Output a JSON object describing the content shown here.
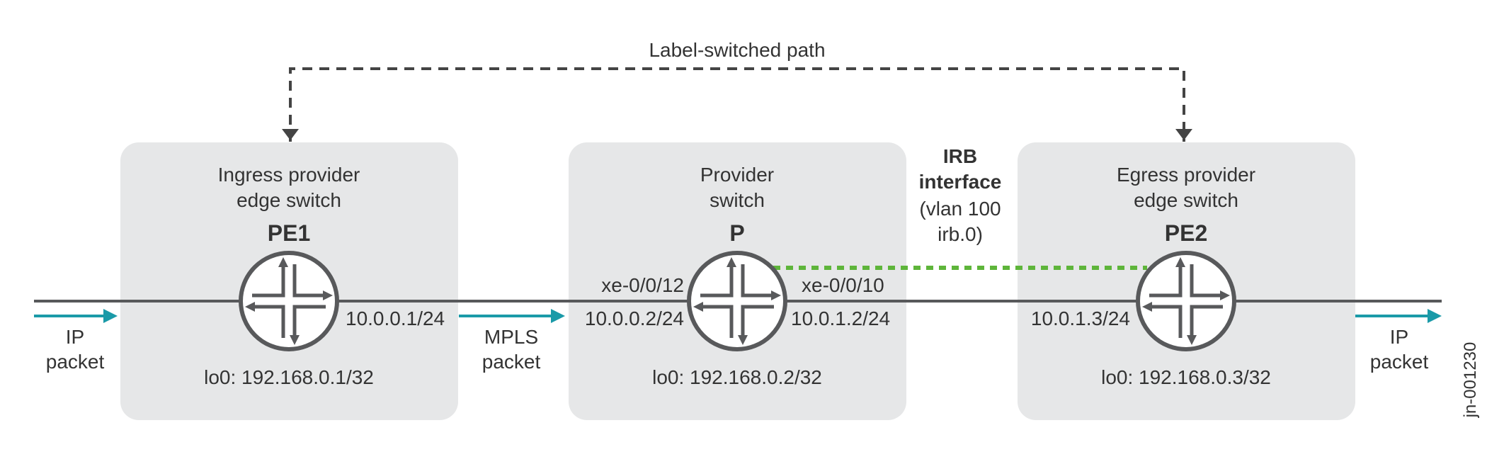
{
  "lsp": {
    "label": "Label-switched path"
  },
  "irb": {
    "line1": "IRB",
    "line2": "interface",
    "line3": "(vlan 100",
    "line4": "irb.0)"
  },
  "pe1": {
    "title_line1": "Ingress provider",
    "title_line2": "edge switch",
    "name": "PE1",
    "out_ip": "10.0.0.1/24",
    "loopback": "lo0: 192.168.0.1/32"
  },
  "p": {
    "title_line1": "Provider",
    "title_line2": "switch",
    "name": "P",
    "in_if": "xe-0/0/12",
    "in_ip": "10.0.0.2/24",
    "out_if": "xe-0/0/10",
    "out_ip": "10.0.1.2/24",
    "loopback": "lo0: 192.168.0.2/32"
  },
  "pe2": {
    "title_line1": "Egress provider",
    "title_line2": "edge switch",
    "name": "PE2",
    "in_ip": "10.0.1.3/24",
    "loopback": "lo0: 192.168.0.3/32"
  },
  "packets": {
    "left_line1": "IP",
    "left_line2": "packet",
    "mid_line1": "MPLS",
    "mid_line2": "packet",
    "right_line1": "IP",
    "right_line2": "packet"
  },
  "figure_id": "jn-001230",
  "colors": {
    "box_fill": "#e6e7e8",
    "line": "#58595b",
    "arrow": "#1a9aa8",
    "irb_link": "#5eb53a",
    "lsp_line": "#444444"
  }
}
